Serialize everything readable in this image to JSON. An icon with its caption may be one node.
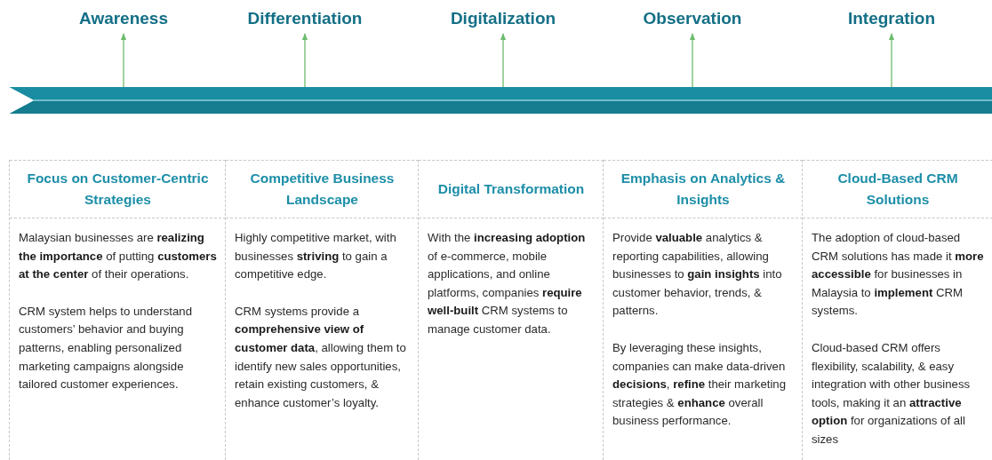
{
  "diagram": {
    "nodes": [
      {
        "text": [],
        "shape": "bar"
      },
      {
        "text": [
          "Awareness"
        ]
      },
      {
        "text": [
          "Differentiation"
        ]
      },
      {
        "text": [
          "Digitalization"
        ]
      },
      {
        "text": [
          "Observation"
        ]
      },
      {
        "text": [
          "Integration"
        ]
      },
      {
        "text": [
          "Focus on Customer-Centric Strategies",
          "Malaysian businesses are **realizing the importance** of putting **customers at the center** of their operations.",
          "CRM system helps to understand customers’ behavior and buying patterns, enabling personalized marketing campaigns alongside tailored customer experiences."
        ]
      },
      {
        "text": [
          "Competitive Business Landscape",
          "Highly competitive market, with businesses **striving** to gain a competitive edge.",
          "CRM systems provide a **comprehensive view of customer data**, allowing them to identify new sales opportunities, retain existing customers, & enhance customer’s loyalty."
        ]
      },
      {
        "text": [
          "Digital Transformation",
          "With the **increasing adoption** of e-commerce, mobile applications, and online platforms, companies **require well-built** CRM systems to manage customer data."
        ]
      },
      {
        "text": [
          "Emphasis on Analytics & Insights",
          "Provide **valuable** analytics & reporting capabilities, allowing businesses to **gain insights** into customer behavior, trends, & patterns.",
          "By leveraging these insights, companies can make data-driven **decisions**, **refine** their marketing strategies & **enhance** overall business performance."
        ]
      },
      {
        "text": [
          "Cloud-Based CRM Solutions",
          "The adoption of cloud-based CRM solutions has made it **more accessible** for businesses in Malaysia to **implement** CRM systems.",
          "Cloud-based CRM offers flexibility, scalability, & easy integration with other business tools, making it an **attractive option** for organizations of all sizes"
        ]
      }
    ],
    "edges": [
      {
        "from": 0,
        "to": 1,
        "arrow": "to"
      },
      {
        "from": 0,
        "to": 2,
        "arrow": "to"
      },
      {
        "from": 0,
        "to": 3,
        "arrow": "to"
      },
      {
        "from": 0,
        "to": 4,
        "arrow": "to"
      },
      {
        "from": 0,
        "to": 5,
        "arrow": "to"
      }
    ]
  }
}
